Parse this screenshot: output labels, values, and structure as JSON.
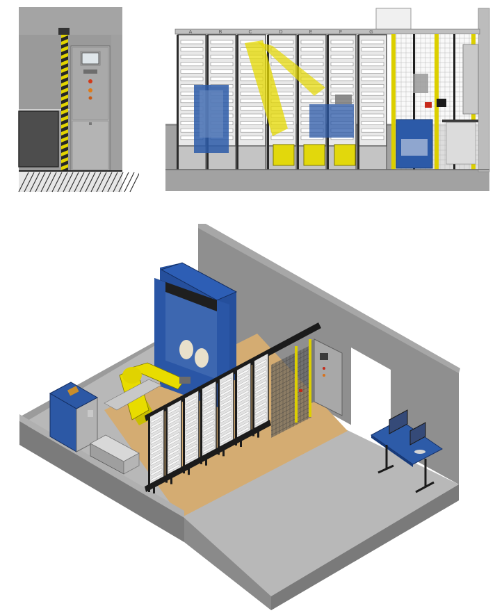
{
  "figure": {
    "description_free": true,
    "column_labels": [
      "A",
      "B",
      "C",
      "D",
      "E",
      "F",
      "G"
    ]
  },
  "colors": {
    "wall_gray": "#8a8a8a",
    "floor_wood": "#d2ad74",
    "robot_yellow": "#e5d800",
    "frame_blue": "#2e59a5",
    "rack_black": "#1d1d1d",
    "cabinet_gray": "#a9a9a9",
    "hazard_yellow": "#e2d400"
  }
}
